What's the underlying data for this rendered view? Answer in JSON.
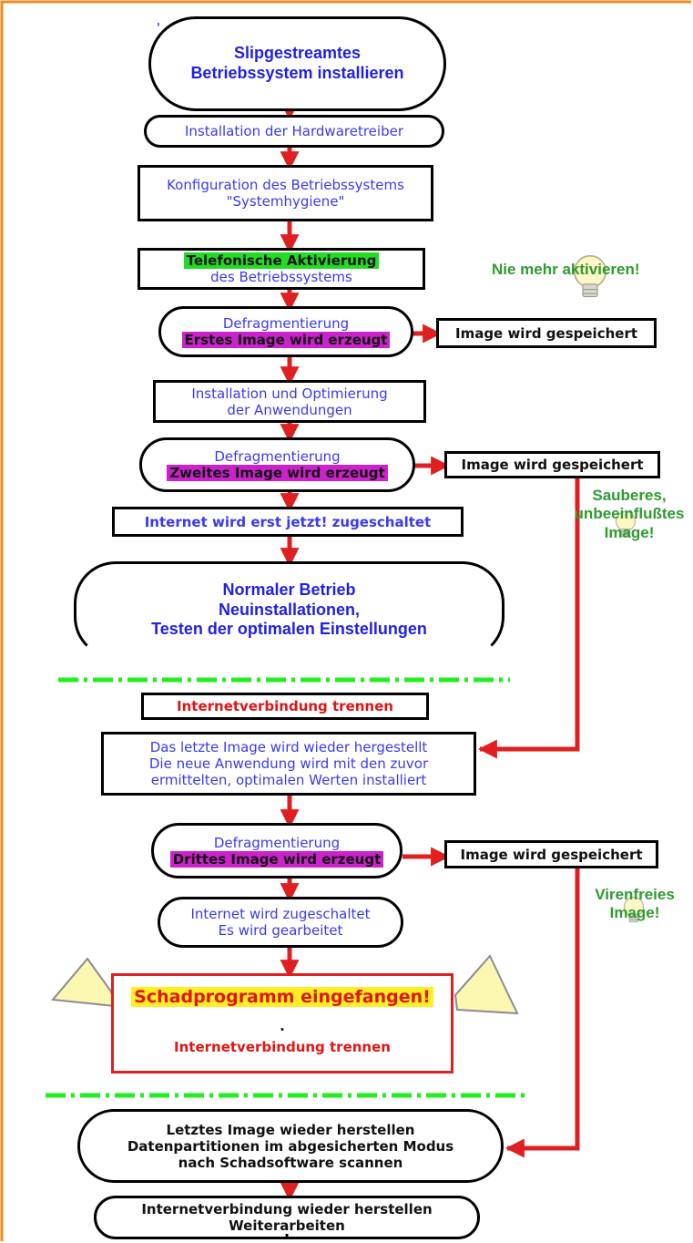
{
  "colors": {
    "frame_border": "#f08a1e",
    "arrow": "#e02020",
    "separator": "#22ee22",
    "note_green": "#2f9a2f",
    "highlight_green": "#22dd22",
    "highlight_magenta": "#cc22cc",
    "highlight_yellow": "#ffee22"
  },
  "icons": [
    "lightbulb-icon",
    "speech-cone-icon"
  ],
  "nodes": {
    "install_os": {
      "line1": "Slipgestreamtes",
      "line2": "Betriebssystem installieren"
    },
    "drivers": {
      "text": "Installation der Hardwaretreiber"
    },
    "config": {
      "line1": "Konfiguration des Betriebssystems",
      "line2": "\"Systemhygiene\""
    },
    "activation": {
      "highlight": "Telefonische Aktivierung",
      "line2": "des Betriebssystems"
    },
    "defrag1": {
      "line1": "Defragmentierung",
      "highlight": "Erstes Image wird erzeugt"
    },
    "save1": {
      "text": "Image wird gespeichert"
    },
    "apps": {
      "line1": "Installation und Optimierung",
      "line2": "der Anwendungen"
    },
    "defrag2": {
      "line1": "Defragmentierung",
      "highlight": "Zweites Image wird erzeugt"
    },
    "save2": {
      "text": "Image wird gespeichert"
    },
    "internet_on": {
      "text": "Internet wird erst jetzt! zugeschaltet"
    },
    "normal": {
      "line1": "Normaler Betrieb",
      "line2": "Neuinstallationen,",
      "line3": "Testen der optimalen Einstellungen"
    },
    "disconnect1": {
      "text": "Internetverbindung trennen"
    },
    "restore": {
      "line1": "Das letzte Image wird wieder hergestellt",
      "line2": "Die neue Anwendung wird mit den zuvor",
      "line3": "ermittelten, optimalen Werten installiert"
    },
    "defrag3": {
      "line1": "Defragmentierung",
      "highlight": "Drittes Image wird erzeugt"
    },
    "save3": {
      "text": "Image wird gespeichert"
    },
    "working": {
      "line1": "Internet wird zugeschaltet",
      "line2": "Es wird gearbeitet"
    },
    "malware": {
      "highlight": "Schadprogramm eingefangen!",
      "dot": ".",
      "line2": "Internetverbindung trennen"
    },
    "restore2": {
      "line1": "Letztes Image wieder herstellen",
      "line2": "Datenpartitionen im abgesicherten Modus",
      "line3": "nach Schadsoftware scannen"
    },
    "reconnect": {
      "line1": "Internetverbindung wieder herstellen",
      "line2": "Weiterarbeiten"
    }
  },
  "notes": {
    "never_activate": "Nie mehr aktivieren!",
    "clean_image": {
      "line1": "Sauberes,",
      "line2": "unbeeinflußtes",
      "line3": "Image!"
    },
    "virus_free": {
      "line1": "Virenfreies",
      "line2": "Image!"
    }
  },
  "stray_marks": {
    "top_tick": "'",
    "bottom_dot": "."
  }
}
